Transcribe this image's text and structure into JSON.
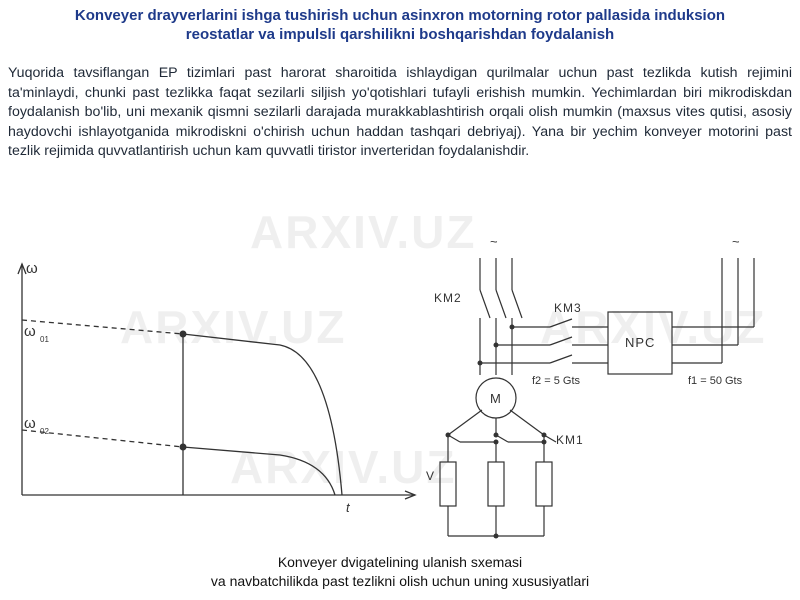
{
  "title_line1": "Konveyer drayverlarini ishga tushirish uchun asinxron motorning rotor pallasida induksion",
  "title_line2": "reostatlar va impulsli qarshilikni boshqarishdan foydalanish",
  "paragraph": "Yuqorida tavsiflangan EP tizimlari past harorat sharoitida ishlaydigan qurilmalar uchun past tezlikda kutish rejimini ta'minlaydi, chunki past tezlikka faqat sezilarli siljish yo'qotishlari tufayli erishish mumkin. Yechimlardan biri mikrodiskdan foydalanish bo'lib, uni mexanik qismni sezilarli darajada murakkablashtirish orqali olish mumkin (maxsus vites qutisi, asosiy haydovchi ishlayotganida mikrodiskni o'chirish uchun haddan tashqari debriyaj). Yana bir yechim konveyer motorini past tezlik rejimida quvvatlantirish uchun kam quvvatli tiristor inverteridan foydalanishdir.",
  "graph": {
    "y_axis_label": "ω",
    "x_axis_label": "t",
    "level1_symbol": "ω",
    "level1_sub": "01",
    "level2_symbol": "ω",
    "level2_sub": "02"
  },
  "circuit": {
    "tilde_left": "~",
    "tilde_right": "~",
    "km2": "KM2",
    "km3": "KM3",
    "km1": "KM1",
    "converter": "NPC",
    "f2": "f2 = 5 Gts",
    "f1": "f1 = 50 Gts",
    "motor": "M",
    "resistor_label": "V"
  },
  "caption_line1": "Konveyer dvigatelining ulanish sxemasi",
  "caption_line2": "va navbatchilikda past tezlikni olish uchun uning xususiyatlari",
  "watermark": "ARXIV.UZ",
  "colors": {
    "title": "#1e3a8a",
    "line": "#333333"
  }
}
